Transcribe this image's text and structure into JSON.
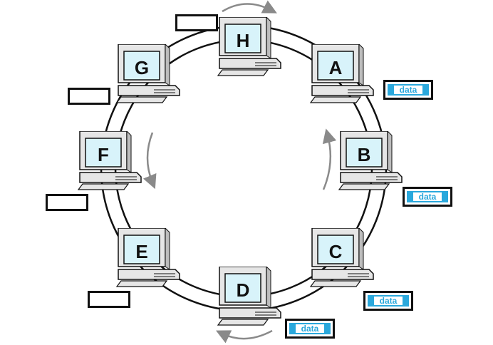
{
  "nodes": [
    {
      "id": "H",
      "label": "H"
    },
    {
      "id": "A",
      "label": "A"
    },
    {
      "id": "B",
      "label": "B"
    },
    {
      "id": "C",
      "label": "C"
    },
    {
      "id": "D",
      "label": "D"
    },
    {
      "id": "E",
      "label": "E"
    },
    {
      "id": "F",
      "label": "F"
    },
    {
      "id": "G",
      "label": "G"
    }
  ],
  "packet_text": "data",
  "colors": {
    "screen": "#d8f3fa",
    "case": "#e6e6e6",
    "ring": "#111111",
    "arrow": "#8a8a8a",
    "packet_accent": "#2aa8dc"
  },
  "icons": {
    "node": "computer-icon",
    "direction": "curved-arrow-icon"
  }
}
